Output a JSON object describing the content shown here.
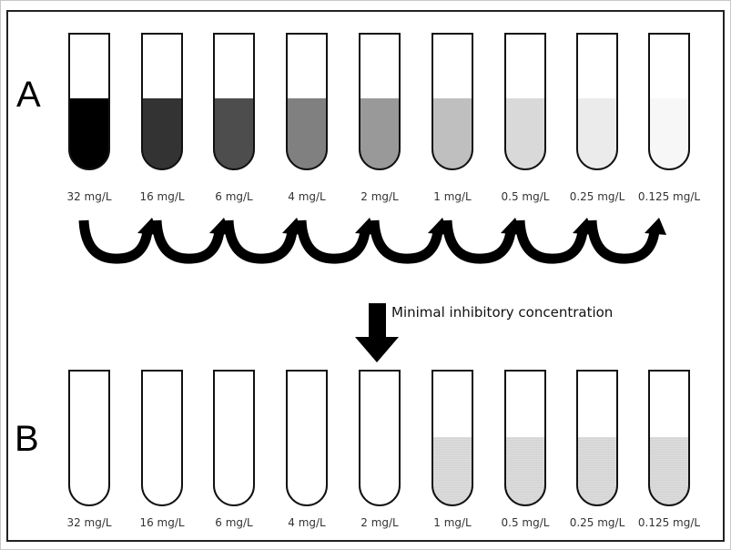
{
  "panel_a": {
    "label": "A",
    "tubes": [
      {
        "conc": "32 mg/L",
        "color": "#000000"
      },
      {
        "conc": "16 mg/L",
        "color": "#333333"
      },
      {
        "conc": "6 mg/L",
        "color": "#4d4d4d"
      },
      {
        "conc": "4 mg/L",
        "color": "#808080"
      },
      {
        "conc": "2 mg/L",
        "color": "#999999"
      },
      {
        "conc": "1 mg/L",
        "color": "#bfbfbf"
      },
      {
        "conc": "0.5 mg/L",
        "color": "#d9d9d9"
      },
      {
        "conc": "0.25 mg/L",
        "color": "#ebebeb"
      },
      {
        "conc": "0.125 mg/L",
        "color": "#f7f7f7"
      }
    ]
  },
  "panel_b": {
    "label": "B",
    "mic_label": "Minimal inhibitory concentration",
    "tubes": [
      {
        "conc": "32 mg/L",
        "turbid": false
      },
      {
        "conc": "16 mg/L",
        "turbid": false
      },
      {
        "conc": "6 mg/L",
        "turbid": false
      },
      {
        "conc": "4 mg/L",
        "turbid": false
      },
      {
        "conc": "2 mg/L",
        "turbid": false
      },
      {
        "conc": "1 mg/L",
        "turbid": true
      },
      {
        "conc": "0.5 mg/L",
        "turbid": true
      },
      {
        "conc": "0.25 mg/L",
        "turbid": true
      },
      {
        "conc": "0.125 mg/L",
        "turbid": true
      }
    ],
    "turbid_color": "#dcdcdc"
  }
}
